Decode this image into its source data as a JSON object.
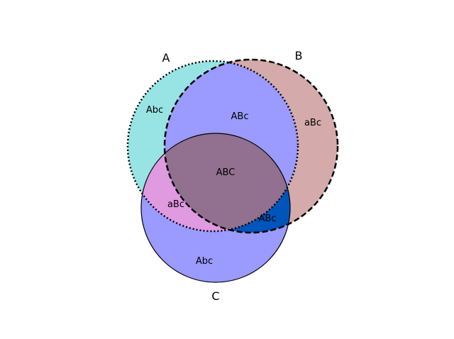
{
  "sets": [
    {
      "name": "A",
      "fill": "#98e4e4",
      "edge": "dotted"
    },
    {
      "name": "B",
      "fill": "#d4aaaa",
      "edge": "dashed"
    },
    {
      "name": "C",
      "fill": "#9a9aff",
      "edge": "solid"
    }
  ],
  "regions": [
    {
      "id": "a_only",
      "label": "Abc",
      "fill": "#98e4e4"
    },
    {
      "id": "b_only",
      "label": "aBc",
      "fill": "#d4aaaa"
    },
    {
      "id": "ab",
      "label": "ABc",
      "fill": "#9a9aff"
    },
    {
      "id": "c_only",
      "label": "Abc",
      "fill": "#9a9aff"
    },
    {
      "id": "ac",
      "label": "aBc",
      "fill": "#e09ae0"
    },
    {
      "id": "bc",
      "label": "ABc",
      "fill": "#0055bb"
    },
    {
      "id": "abc",
      "label": "ABC",
      "fill": "#927090"
    }
  ]
}
